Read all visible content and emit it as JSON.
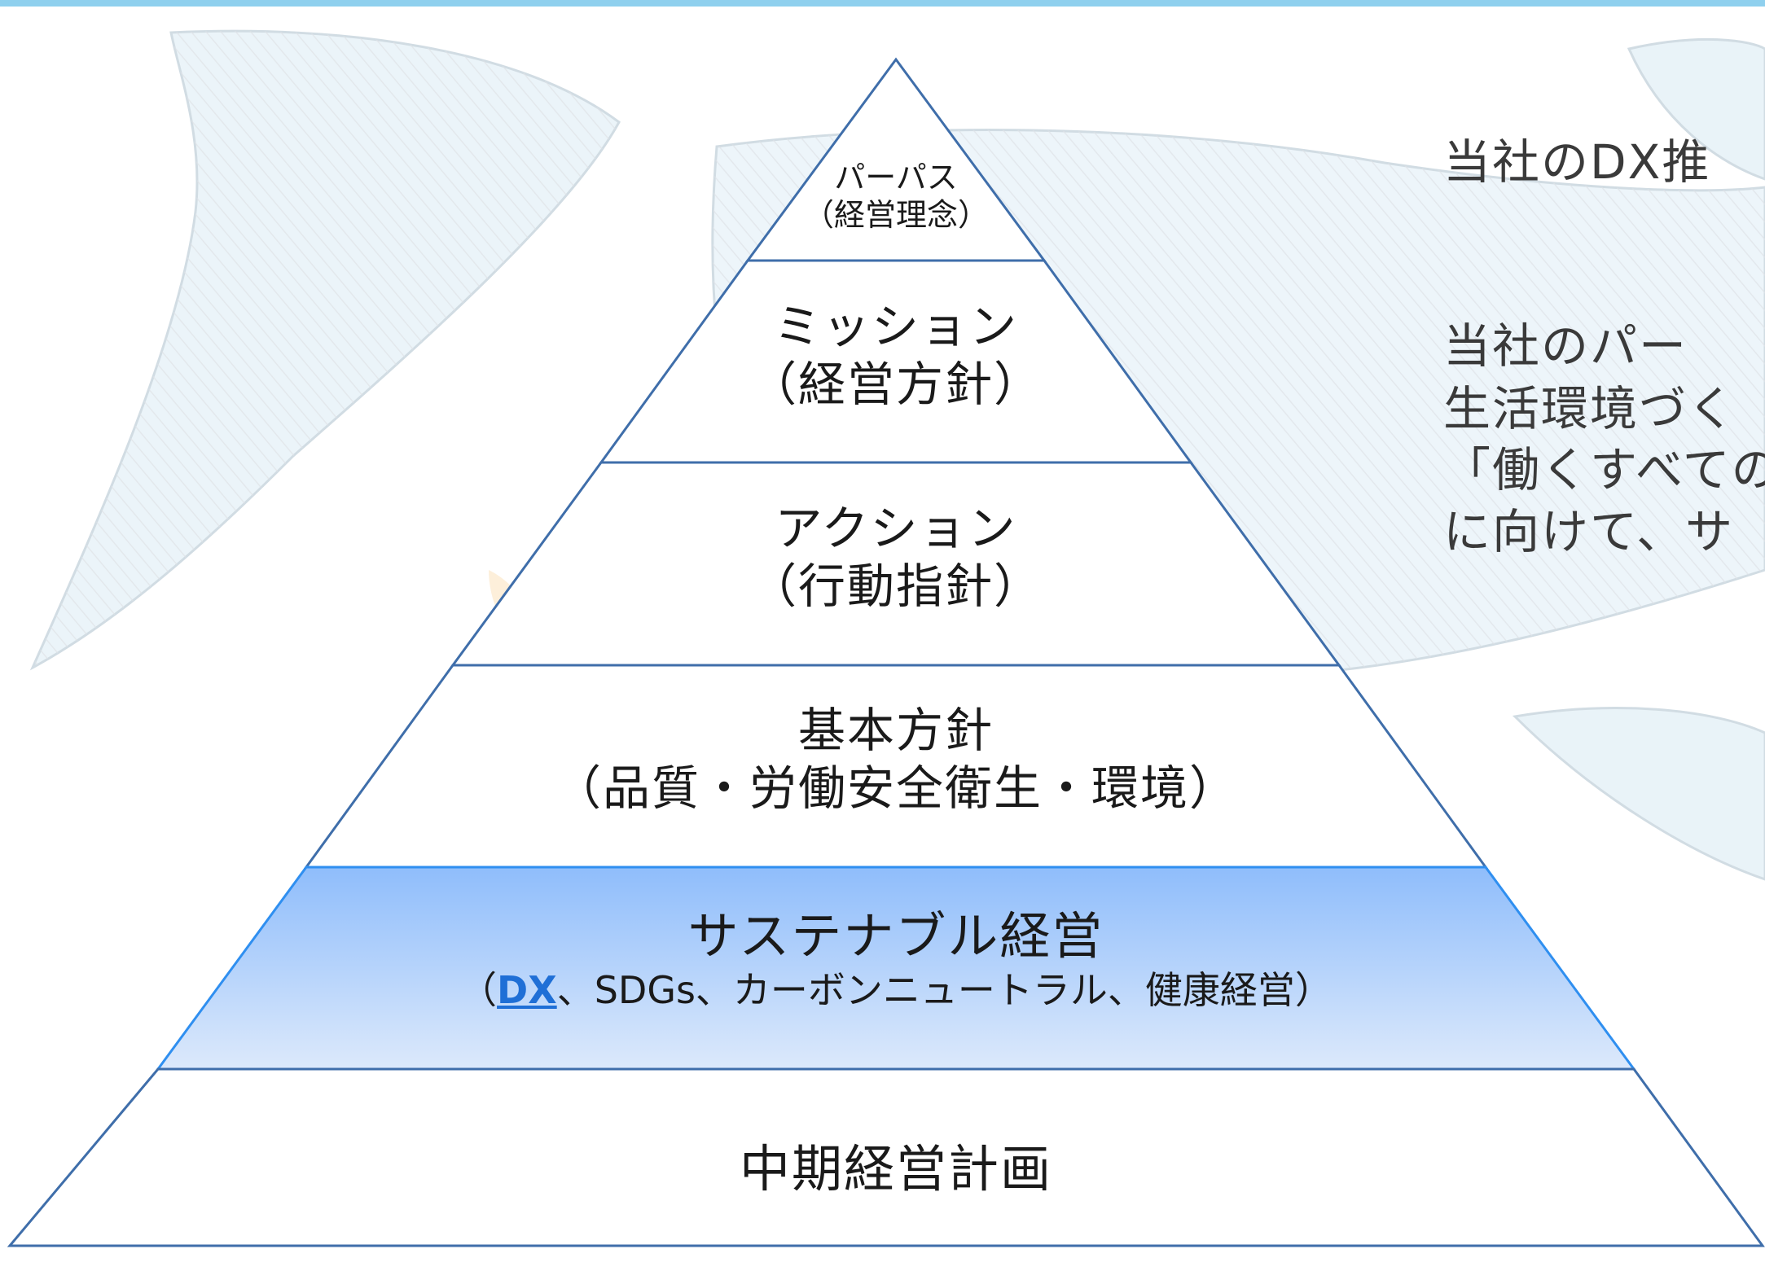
{
  "pyramid": {
    "tier1": {
      "line1": "パーパス",
      "line2": "（経営理念）"
    },
    "tier2": {
      "line1": "ミッション",
      "line2": "（経営方針）"
    },
    "tier3": {
      "line1": "アクション",
      "line2": "（行動指針）"
    },
    "tier4": {
      "line1": "基本方針",
      "line2": "（品質・労働安全衛生・環境）"
    },
    "tier5": {
      "line1": "サステナブル経営",
      "open_paren": "（",
      "dx_link": "DX",
      "rest": "、SDGs、カーボンニュートラル、健康経営）"
    },
    "tier6": {
      "line1": "中期経営計画"
    }
  },
  "side_text": {
    "heading": "当社のDX推",
    "para_line1": "当社のパー",
    "para_line2": "生活環境づく",
    "para_line3": "「働くすべての",
    "para_line4": "に向けて、サ"
  },
  "colors": {
    "outline": "#3f6eaa",
    "highlight_outline": "#2f8ff0",
    "highlight_fill_top": "#8fbdfb",
    "highlight_fill_bottom": "#dce9fb",
    "dx_link": "#1f6fd6",
    "top_band": "#8fd0ee"
  }
}
